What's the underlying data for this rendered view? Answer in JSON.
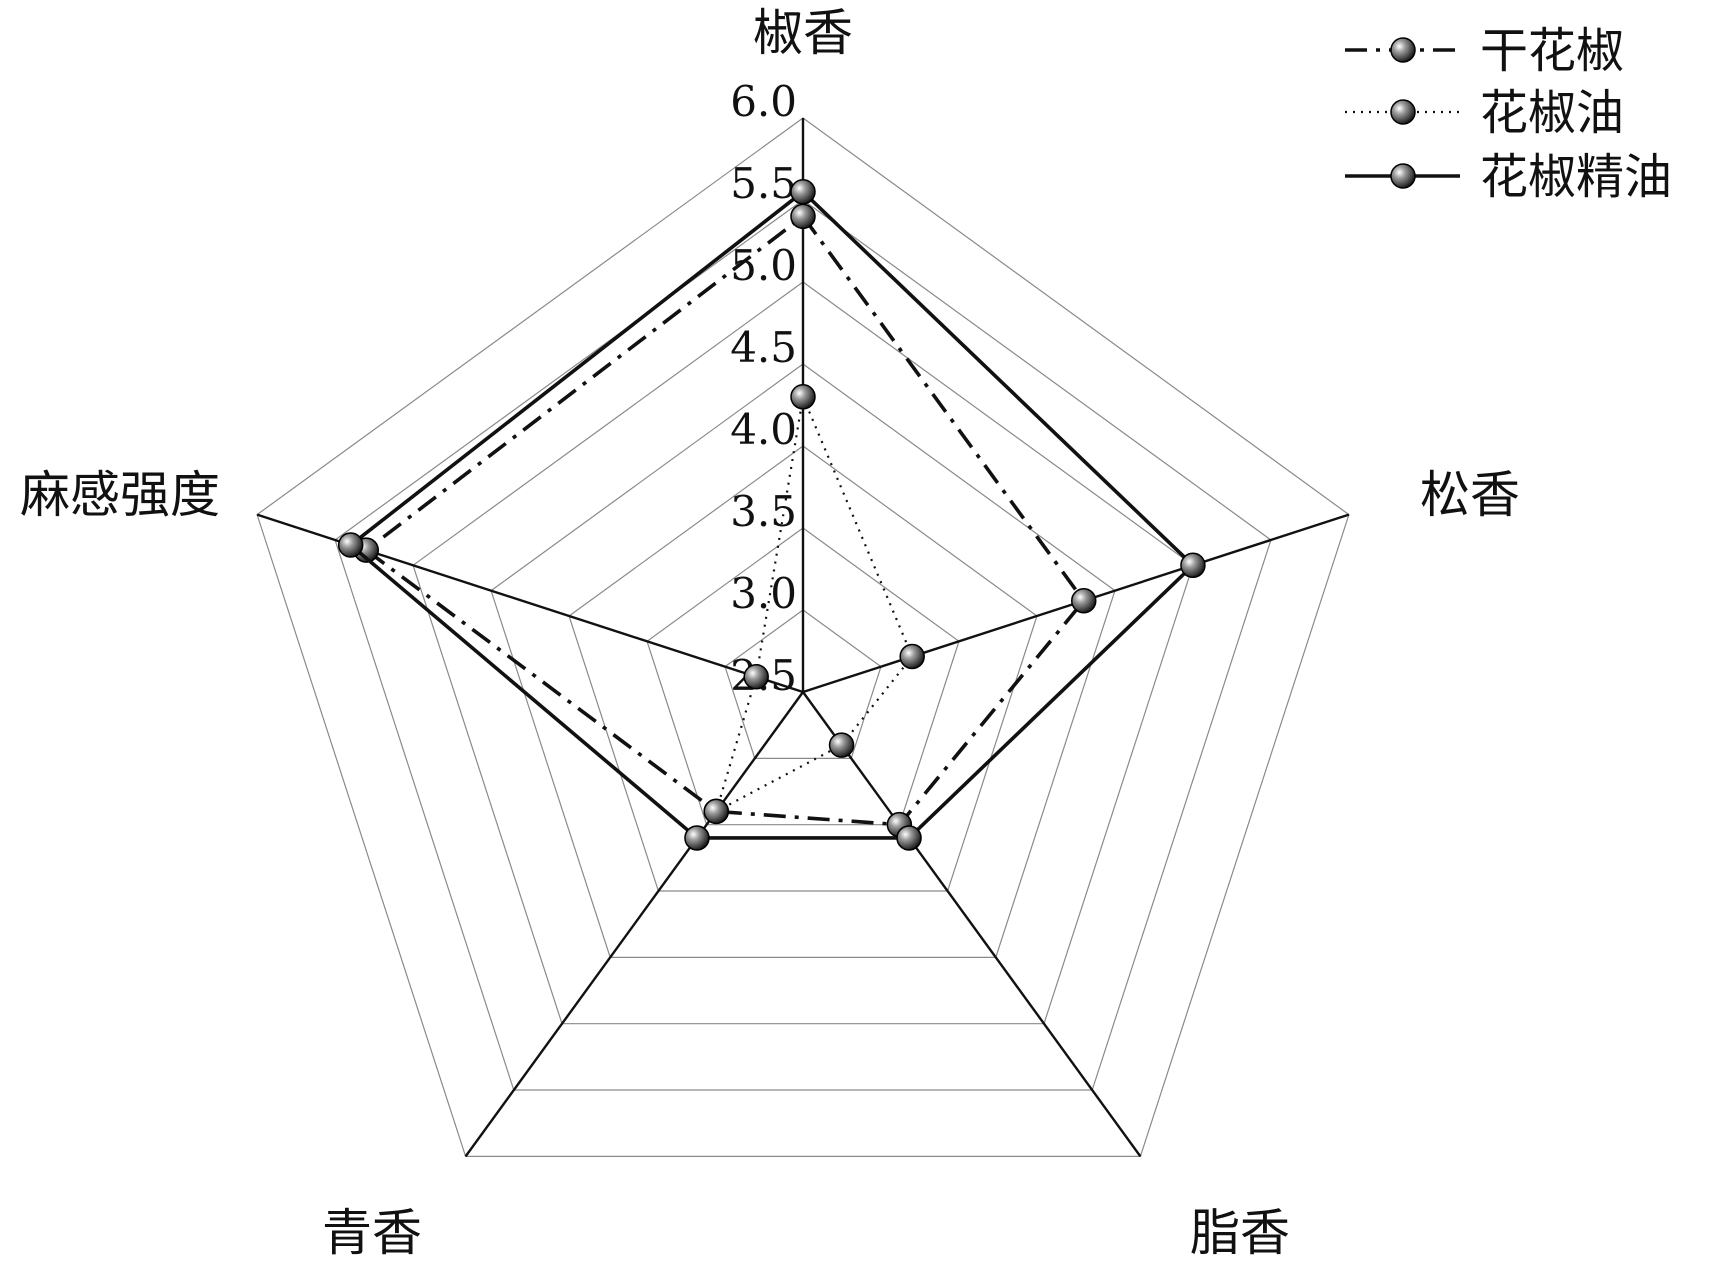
{
  "chart_data": {
    "type": "radar",
    "axes": [
      "椒香",
      "松香",
      "脂香",
      "青香",
      "麻感强度"
    ],
    "ticks": [
      "2.5",
      "3.0",
      "3.5",
      "4.0",
      "4.5",
      "5.0",
      "5.5",
      "6.0"
    ],
    "rlim": [
      2.5,
      6.0
    ],
    "grid": true,
    "legend_position": "top-right",
    "series": [
      {
        "name": "干花椒",
        "line_style": "dash-dot",
        "values": [
          5.4,
          4.3,
          3.5,
          3.4,
          5.3
        ]
      },
      {
        "name": "花椒油",
        "line_style": "dotted",
        "values": [
          4.3,
          3.2,
          2.9,
          3.4,
          2.8
        ]
      },
      {
        "name": "花椒精油",
        "line_style": "solid",
        "values": [
          5.55,
          5.0,
          3.6,
          3.6,
          5.4
        ]
      }
    ]
  }
}
